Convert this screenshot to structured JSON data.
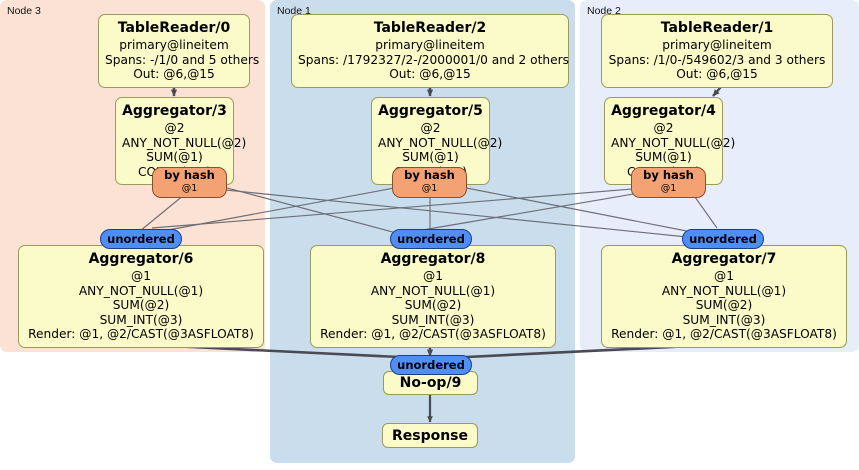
{
  "panels": [
    {
      "id": "node3",
      "label": "Node 3",
      "color": "#fce2d4"
    },
    {
      "id": "node1",
      "label": "Node 1",
      "color": "#c9dded"
    },
    {
      "id": "node2",
      "label": "Node 2",
      "color": "#e7eefa"
    }
  ],
  "readers": [
    {
      "title": "TableReader/0",
      "table": "primary@lineitem",
      "spans": "Spans: -/1/0 and 5 others",
      "out": "Out: @6,@15"
    },
    {
      "title": "TableReader/2",
      "table": "primary@lineitem",
      "spans": "Spans: /1792327/2-/2000001/0 and 2 others",
      "out": "Out: @6,@15"
    },
    {
      "title": "TableReader/1",
      "table": "primary@lineitem",
      "spans": "Spans: /1/0-/549602/3 and 3 others",
      "out": "Out: @6,@15"
    }
  ],
  "local_aggregators": [
    {
      "title": "Aggregator/3",
      "group": "@2",
      "agg1": "ANY_NOT_NULL(@2)",
      "agg2": "SUM(@1)",
      "agg3": "COUNT(@1)"
    },
    {
      "title": "Aggregator/5",
      "group": "@2",
      "agg1": "ANY_NOT_NULL(@2)",
      "agg2": "SUM(@1)",
      "agg3": "COUNT(@1)"
    },
    {
      "title": "Aggregator/4",
      "group": "@2",
      "agg1": "ANY_NOT_NULL(@2)",
      "agg2": "SUM(@1)",
      "agg3": "COUNT(@1)"
    }
  ],
  "hash_badges": [
    {
      "label": "by hash",
      "col": "@1"
    },
    {
      "label": "by hash",
      "col": "@1"
    },
    {
      "label": "by hash",
      "col": "@1"
    }
  ],
  "unordered_badges": [
    {
      "label": "unordered"
    },
    {
      "label": "unordered"
    },
    {
      "label": "unordered"
    }
  ],
  "final_aggregators": [
    {
      "title": "Aggregator/6",
      "group": "@1",
      "agg1": "ANY_NOT_NULL(@1)",
      "agg2": "SUM(@2)",
      "agg3": "SUM_INT(@3)",
      "render": "Render: @1, @2/CAST(@3ASFLOAT8)"
    },
    {
      "title": "Aggregator/8",
      "group": "@1",
      "agg1": "ANY_NOT_NULL(@1)",
      "agg2": "SUM(@2)",
      "agg3": "SUM_INT(@3)",
      "render": "Render: @1, @2/CAST(@3ASFLOAT8)"
    },
    {
      "title": "Aggregator/7",
      "group": "@1",
      "agg1": "ANY_NOT_NULL(@1)",
      "agg2": "SUM(@2)",
      "agg3": "SUM_INT(@3)",
      "render": "Render: @1, @2/CAST(@3ASFLOAT8)"
    }
  ],
  "final_unordered": {
    "label": "unordered"
  },
  "noop": {
    "label": "No-op/9"
  },
  "response": {
    "label": "Response"
  },
  "colors": {
    "box_fill": "#fbfbca",
    "box_stroke": "#9a9a5c",
    "hash_fill": "#f4a273",
    "unordered_fill": "#4f8ef7",
    "arrow": "#4a4a52",
    "thin_edge": "#6e6e76"
  }
}
